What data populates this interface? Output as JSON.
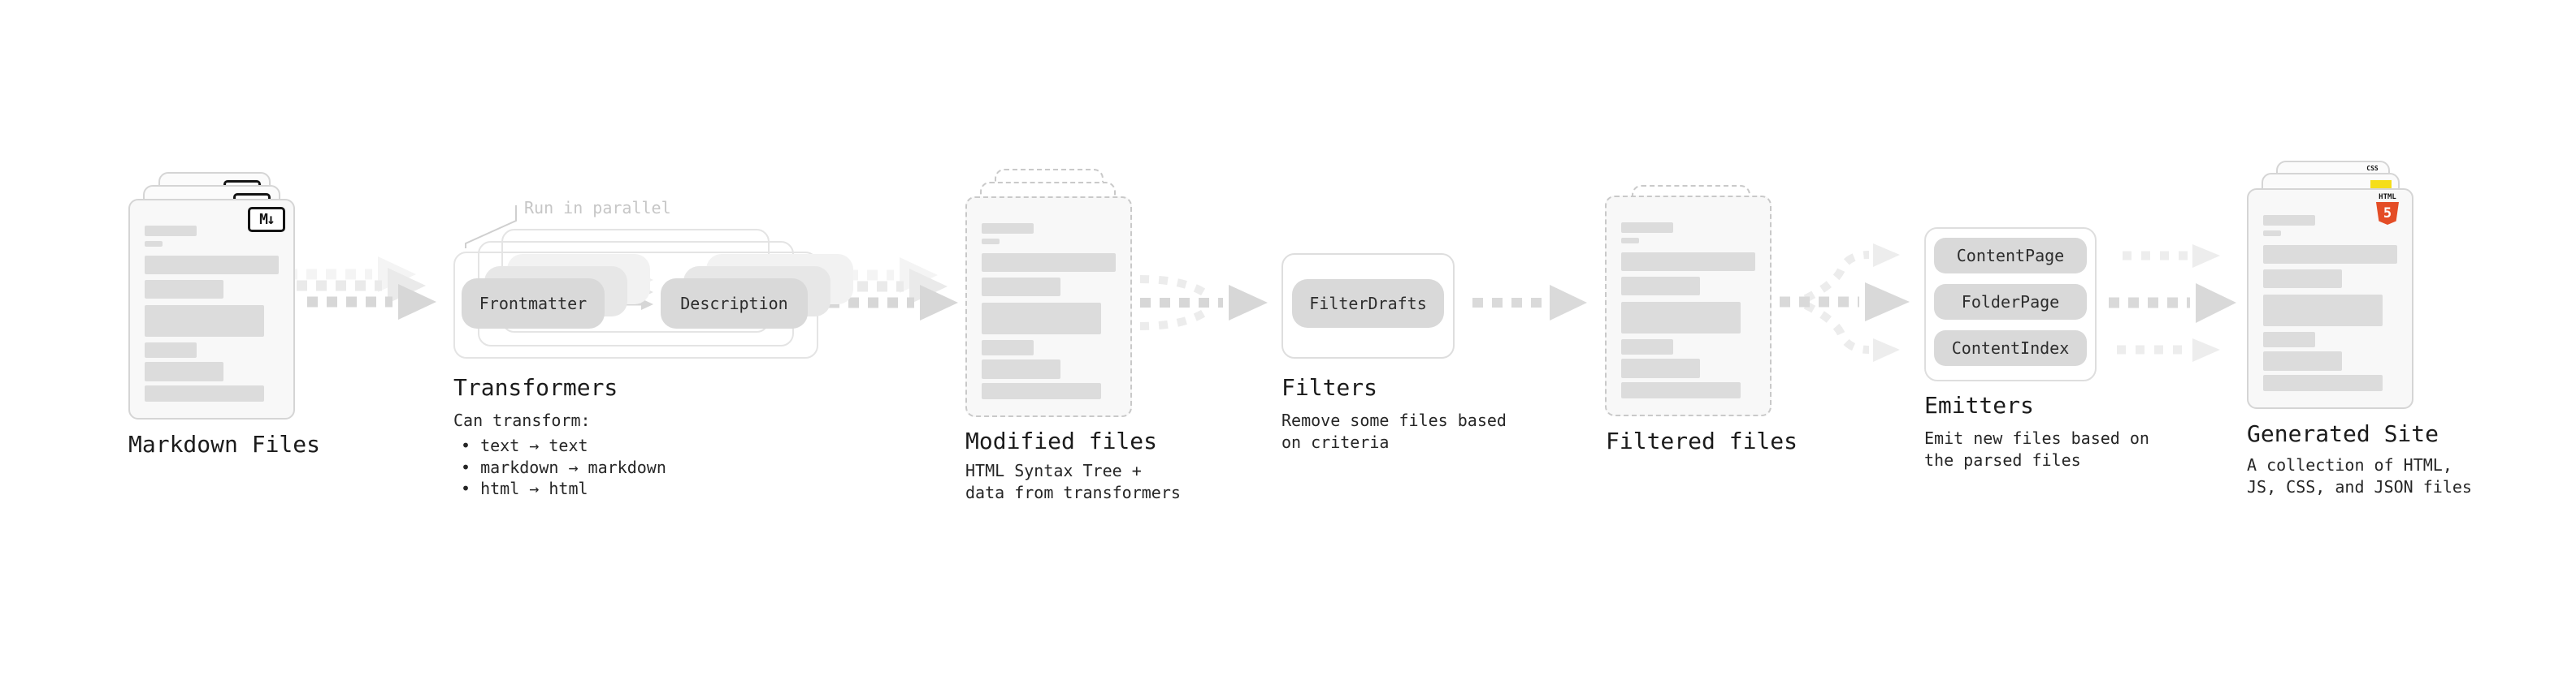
{
  "colors": {
    "html5_orange": "#e44d26",
    "js_yellow": "#f5de19",
    "css_blue": "#2862e9",
    "arrow_gray": "#d7d7d7",
    "arrow_ghost_gray": "#ececec"
  },
  "icons": {
    "markdown": "M↓",
    "html5_wordmark": "HTML",
    "html5_number": "5",
    "css_wordmark": "CSS"
  },
  "stages": {
    "markdown_files": {
      "title": "Markdown Files"
    },
    "transformers": {
      "title": "Transformers",
      "annotation": "Run in parallel",
      "pill_from": "Frontmatter",
      "pill_to": "Description",
      "desc_intro": "Can transform:",
      "bullets": [
        "• text → text",
        "• markdown → markdown",
        "• html → html"
      ]
    },
    "modified_files": {
      "title": "Modified files",
      "desc": [
        "HTML Syntax Tree +",
        "data from transformers"
      ]
    },
    "filters": {
      "title": "Filters",
      "pill": "FilterDrafts",
      "desc": [
        "Remove some files based",
        "on criteria"
      ]
    },
    "filtered_files": {
      "title": "Filtered files"
    },
    "emitters": {
      "title": "Emitters",
      "pills": [
        "ContentPage",
        "FolderPage",
        "ContentIndex"
      ],
      "desc": [
        "Emit new files based on",
        "the parsed files"
      ]
    },
    "generated_site": {
      "title": "Generated Site",
      "desc": [
        "A collection of HTML,",
        "JS, CSS, and JSON files"
      ]
    }
  }
}
